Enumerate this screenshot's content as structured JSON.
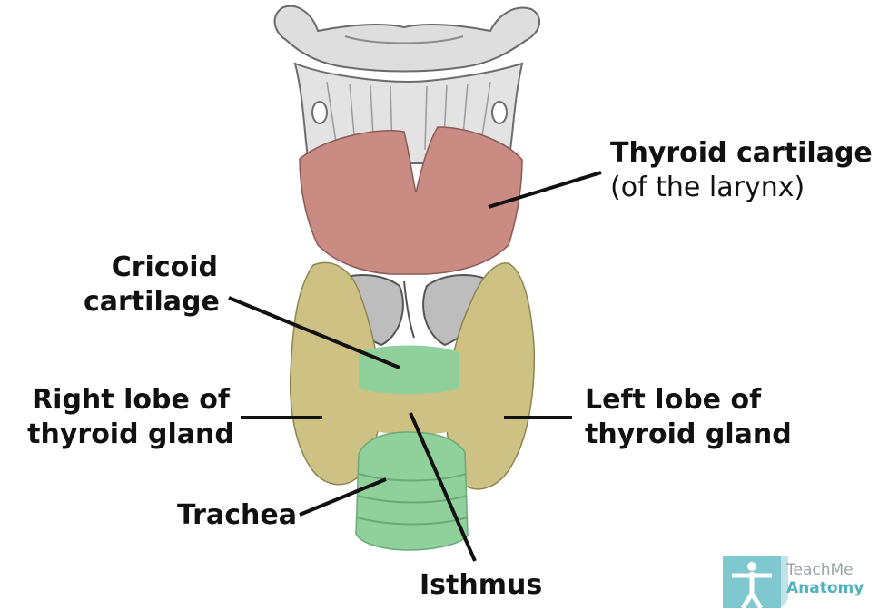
{
  "labels": {
    "thyroid_cartilage": "Thyroid cartilage",
    "thyroid_cartilage_sub": "(of the larynx)",
    "cricoid_line1": "Cricoid",
    "cricoid_line2": "cartilage",
    "right_lobe_line1": "Right lobe of",
    "right_lobe_line2": "thyroid gland",
    "left_lobe_line1": "Left lobe of",
    "left_lobe_line2": "thyroid gland",
    "trachea": "Trachea",
    "isthmus": "Isthmus"
  },
  "logo": {
    "line1": "TeachMe",
    "line2": "Anatomy"
  },
  "colors": {
    "thyroid_cartilage": "#c98b82",
    "thyroid_gland": "#cdc183",
    "cartilage_green": "#8fd09b",
    "bone_gray": "#d9d9d9",
    "leader_line": "#111111",
    "logo_accent": "#4fb3bf"
  }
}
